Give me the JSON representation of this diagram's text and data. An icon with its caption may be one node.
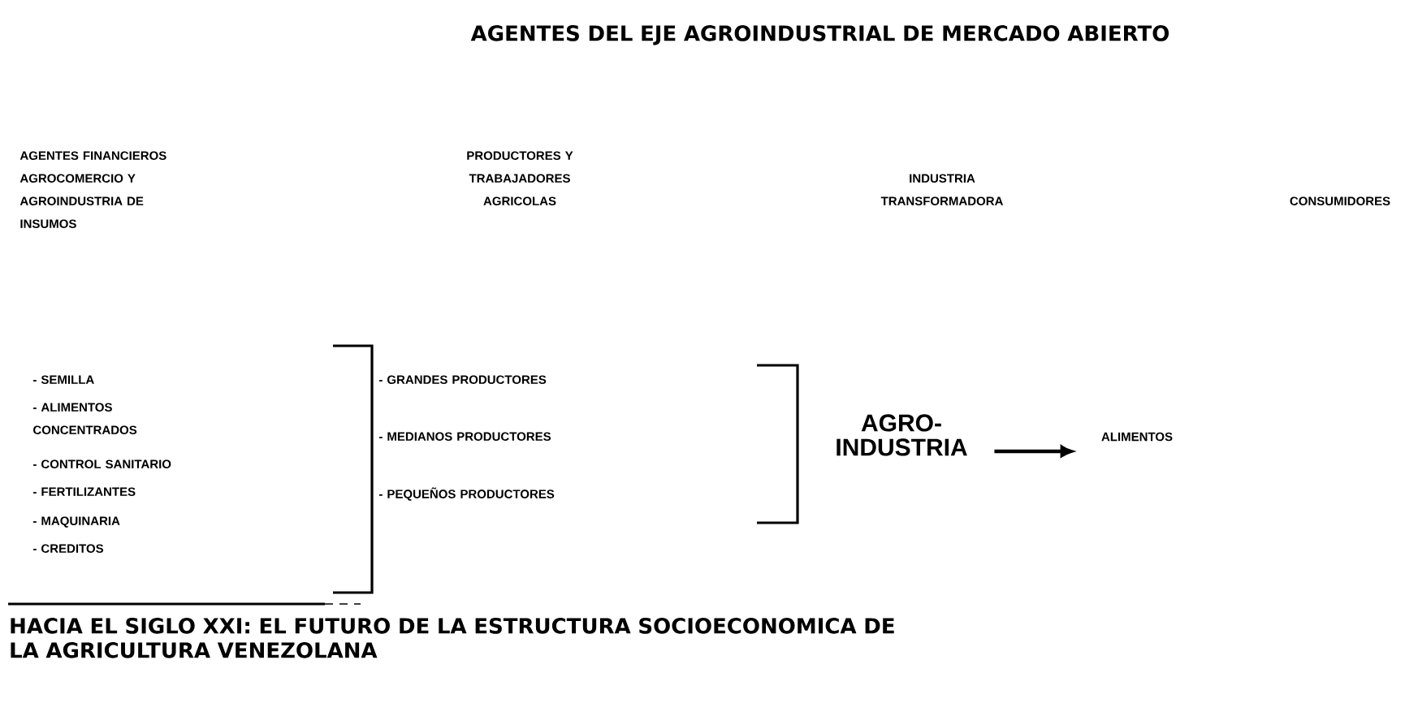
{
  "diagram": {
    "title": "AGENTES DEL EJE AGROINDUSTRIAL DE MERCADO ABIERTO",
    "caption": "HACIA EL SIGLO XXI: EL FUTURO DE LA ESTRUCTURA SOCIOECONOMICA DE LA AGRICULTURA VENEZOLANA",
    "nodes": [
      {
        "text": [
          "AGRO- INDUSTRIA"
        ]
      },
      {
        "text": [
          "ALIMENTOS"
        ]
      }
    ],
    "edges": [
      {
        "from": 0,
        "to": 1,
        "arrow": "to"
      }
    ],
    "labels": [
      "AGENTES FINANCIEROS AGROCOMERCIO Y AGROINDUSTRIA DE INSUMOS",
      "PRODUCTORES Y TRABAJADORES AGRICOLAS",
      "INDUSTRIA TRANSFORMADORA",
      "CONSUMIDORES",
      "- SEMILLA",
      "- GRANDES PRODUCTORES",
      "- ALIMENTOS CONCENTRADOS",
      "- MEDIANOS PRODUCTORES",
      "- CONTROL SANITARIO",
      "- FERTILIZANTES",
      "- PEQUEÑOS PRODUCTORES",
      "- MAQUINARIA",
      "- CREDITOS"
    ]
  }
}
